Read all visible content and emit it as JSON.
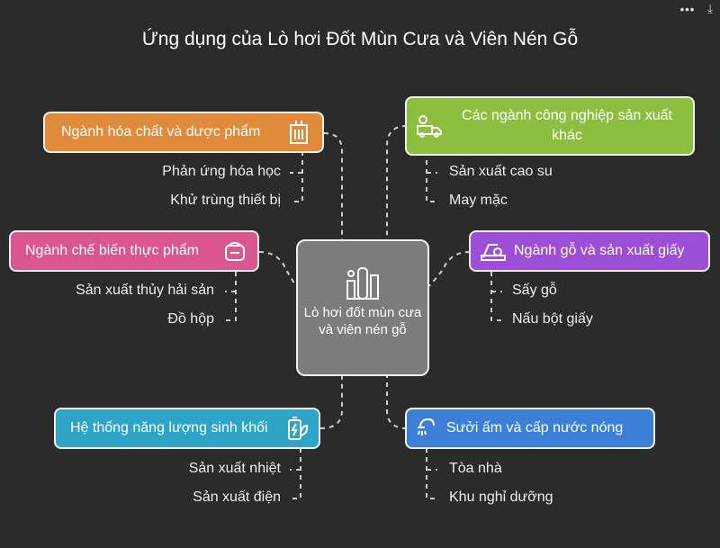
{
  "title": "Ứng dụng của Lò hơi Đốt Mùn Cưa và Viên Nén Gỗ",
  "center": {
    "label": "Lò hơi đốt mùn cưa và viên nén gỗ",
    "icon": "factory-icon"
  },
  "branches": {
    "chemical": {
      "label": "Ngành hóa chất và dược phẩm",
      "icon": "building-icon",
      "color": "#e08a3c",
      "items": [
        "Phản ứng hóa học",
        "Khử trùng thiết bị"
      ]
    },
    "food": {
      "label": "Ngành chế biến thực phẩm",
      "icon": "rice-cooker-icon",
      "color": "#d9568e",
      "items": [
        "Sản xuất thủy hải sản",
        "Đồ hộp"
      ]
    },
    "energy": {
      "label": "Hệ thống năng lượng sinh khối",
      "icon": "eco-battery-icon",
      "color": "#2ea4c9",
      "items": [
        "Sản xuất nhiệt",
        "Sản xuất điện"
      ]
    },
    "industry": {
      "label": "Các ngành công nghiệp sản xuất khác",
      "icon": "truck-gear-icon",
      "color": "#8cbf3f",
      "items": [
        "Sản xuất cao su",
        "May mặc"
      ]
    },
    "wood": {
      "label": "Ngành gỗ và sản xuất giấy",
      "icon": "sawmill-icon",
      "color": "#9c4fd6",
      "items": [
        "Sấy gỗ",
        "Nấu bột giấy"
      ]
    },
    "heating": {
      "label": "Sưởi ấm và cấp nước nóng",
      "icon": "shower-icon",
      "color": "#3b7fd9",
      "items": [
        "Tòa nhà",
        "Khu nghỉ dưỡng"
      ]
    }
  }
}
